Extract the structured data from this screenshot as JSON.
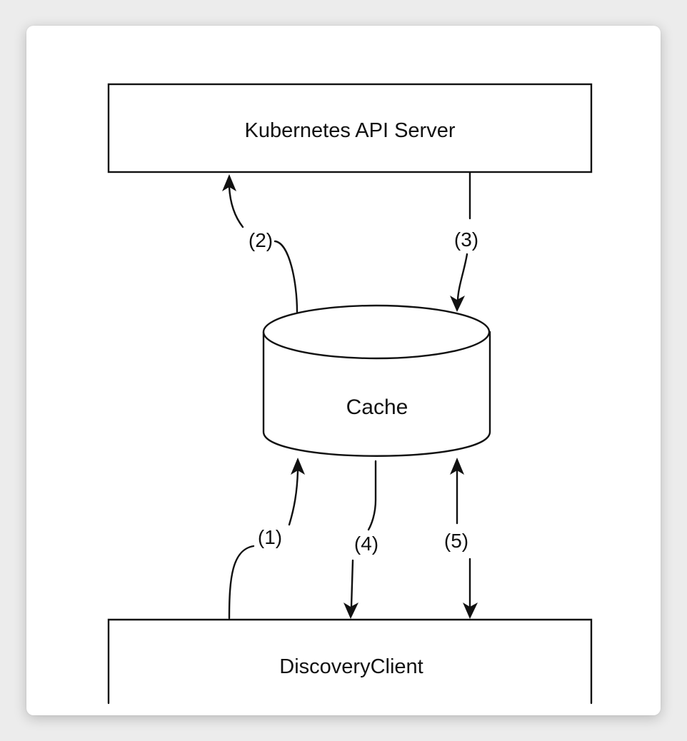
{
  "nodes": {
    "api_server": "Kubernetes API Server",
    "cache": "Cache",
    "discovery_client": "DiscoveryClient"
  },
  "edges": [
    {
      "label": "(1)",
      "from": "DiscoveryClient",
      "to": "Cache"
    },
    {
      "label": "(2)",
      "from": "Cache",
      "to": "Kubernetes API Server"
    },
    {
      "label": "(3)",
      "from": "Kubernetes API Server",
      "to": "Cache"
    },
    {
      "label": "(4)",
      "from": "Cache",
      "to": "DiscoveryClient"
    },
    {
      "label": "(5)",
      "from": "Cache",
      "to": "DiscoveryClient",
      "bidirectional": true
    }
  ]
}
